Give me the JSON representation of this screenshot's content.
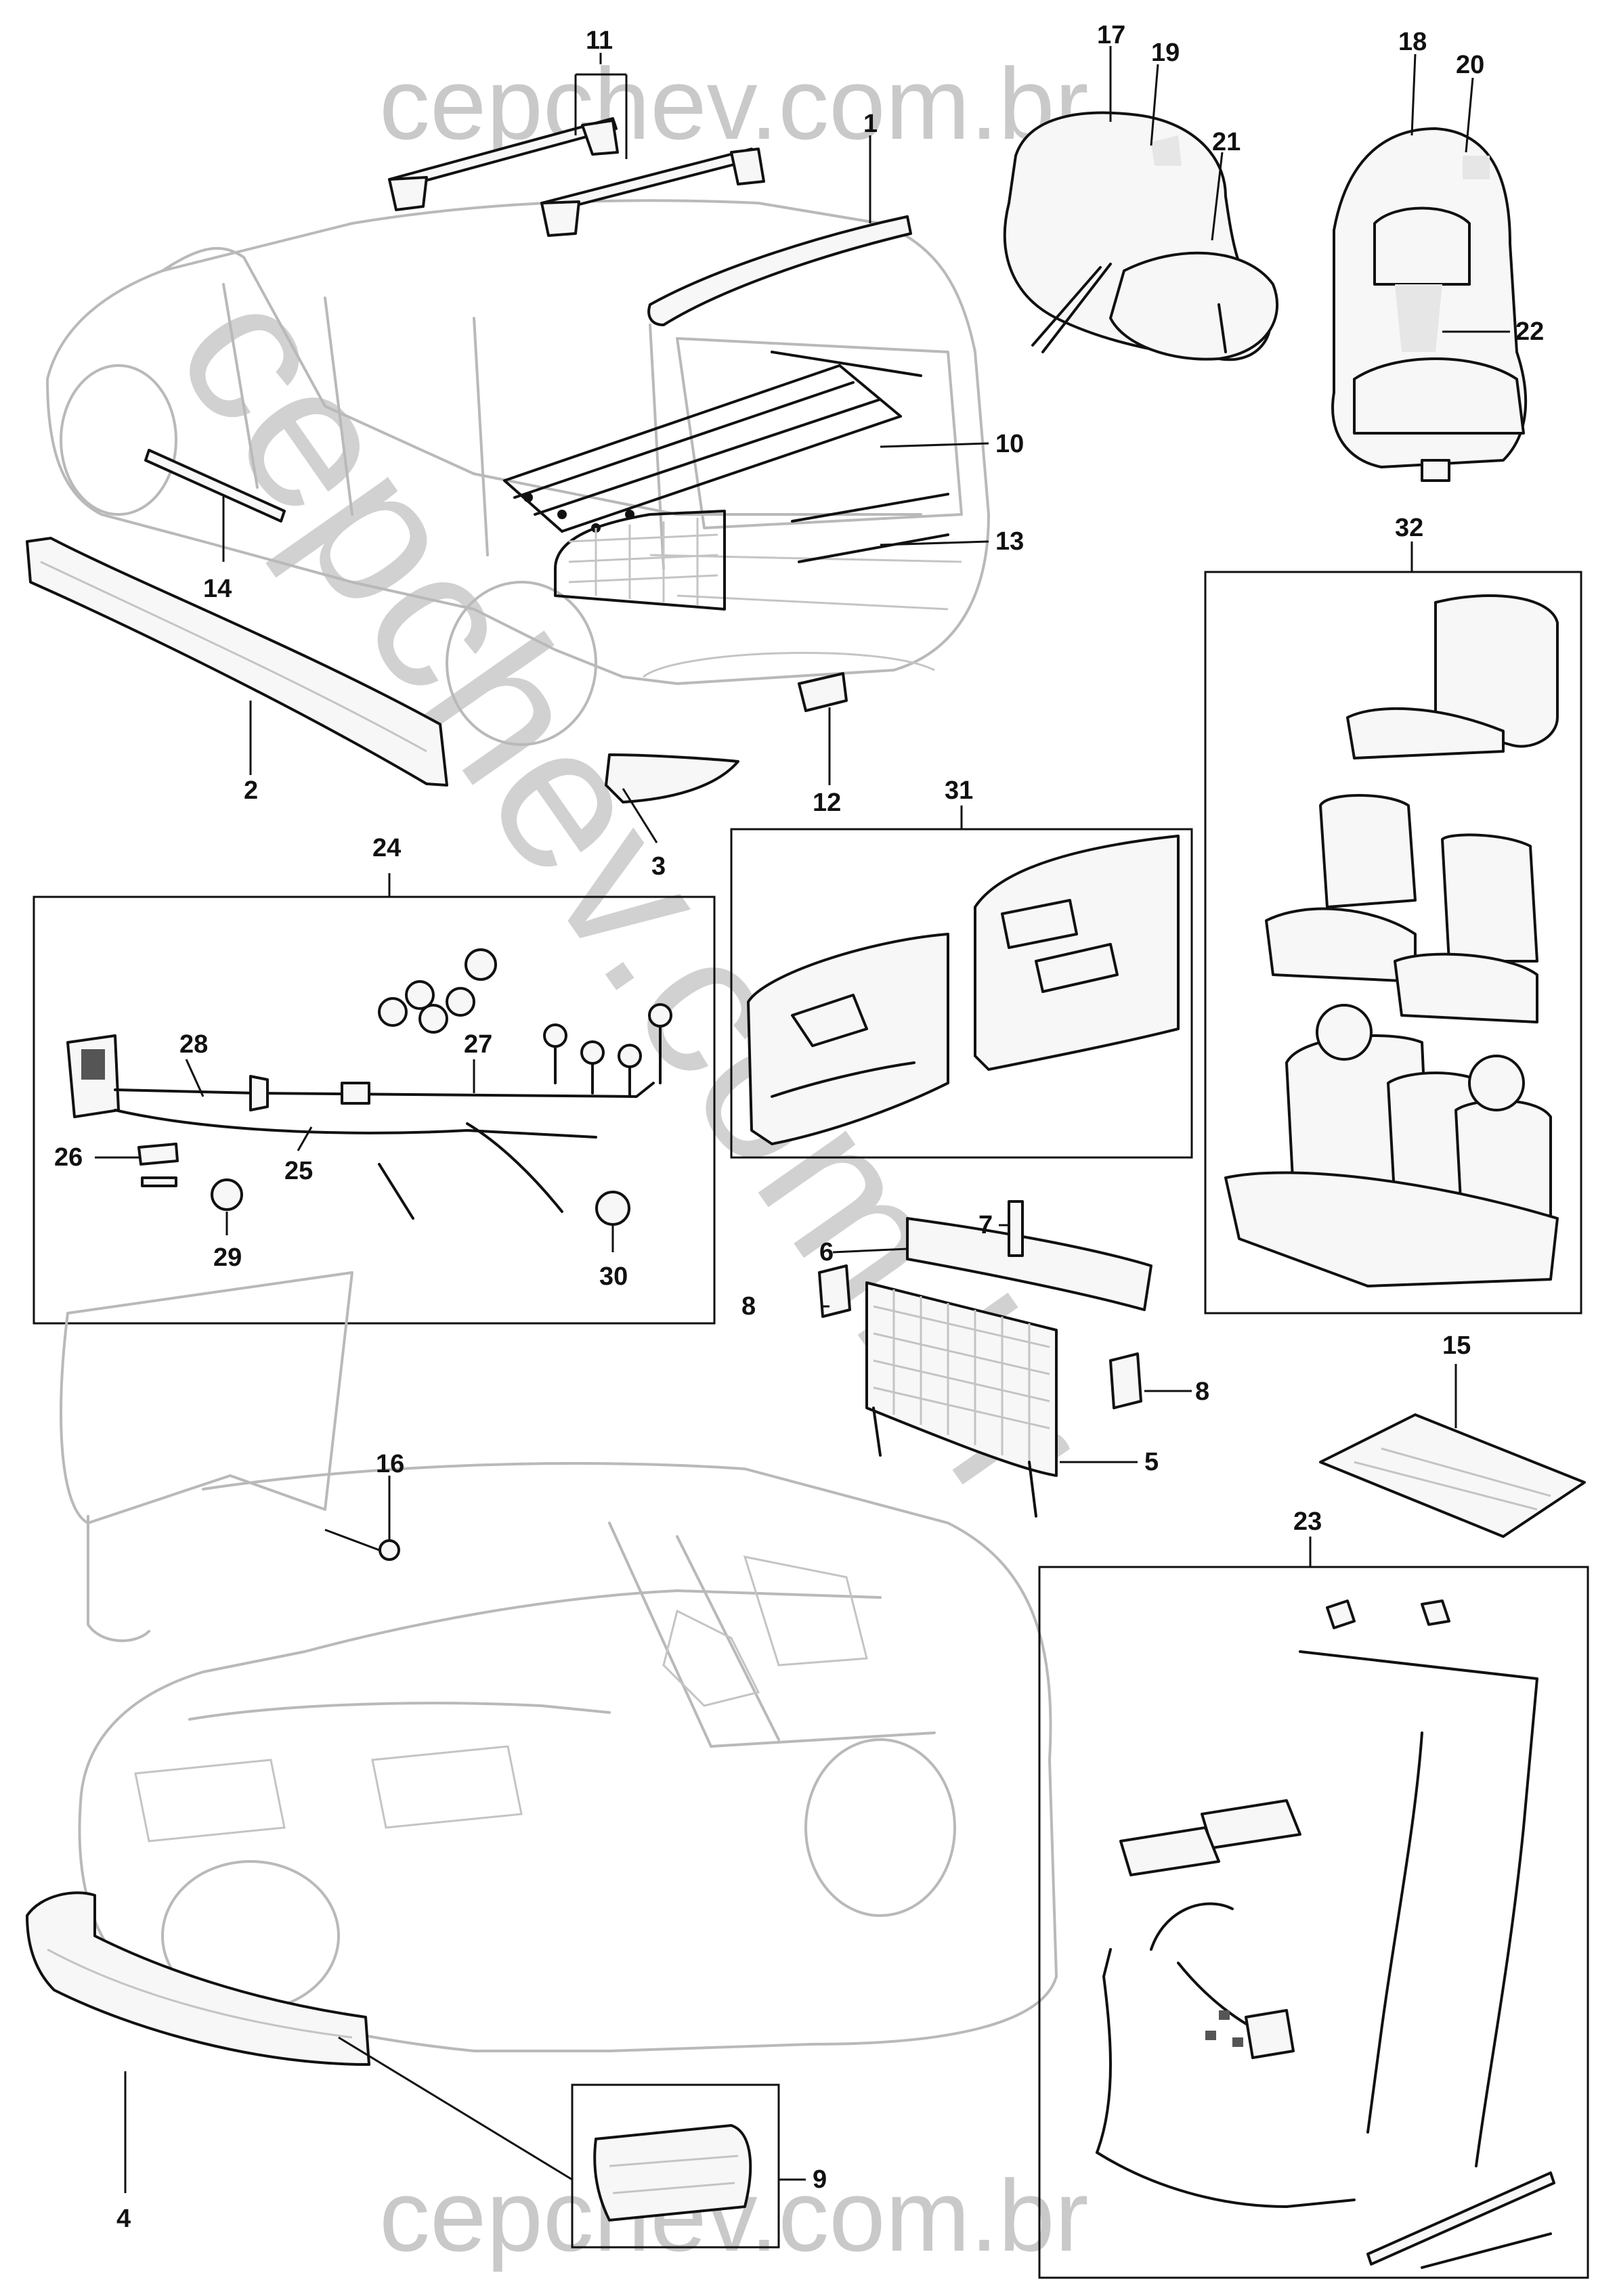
{
  "watermark": {
    "top": "cepchev.com.br",
    "bottom": "cepchev.com.br",
    "diagonal": "cepchev.com.br"
  },
  "callouts": {
    "c1": "1",
    "c2": "2",
    "c3": "3",
    "c4": "4",
    "c5": "5",
    "c6": "6",
    "c7": "7",
    "c8a": "8",
    "c8b": "8",
    "c9": "9",
    "c10": "10",
    "c11": "11",
    "c12": "12",
    "c13": "13",
    "c14": "14",
    "c15": "15",
    "c16": "16",
    "c17": "17",
    "c18": "18",
    "c19": "19",
    "c20": "20",
    "c21": "21",
    "c22": "22",
    "c23": "23",
    "c24": "24",
    "c25": "25",
    "c26": "26",
    "c27": "27",
    "c28": "28",
    "c29": "29",
    "c30": "30",
    "c31": "31",
    "c32": "32"
  }
}
